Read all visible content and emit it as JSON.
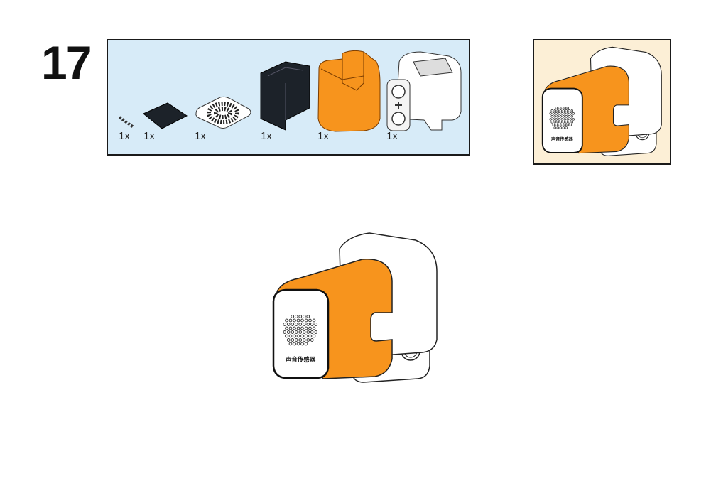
{
  "step": {
    "number": "17"
  },
  "parts_list": {
    "items": [
      {
        "name": "screw",
        "quantity": "1x"
      },
      {
        "name": "black-plate",
        "quantity": "1x"
      },
      {
        "name": "speaker-grille-plate",
        "quantity": "1x"
      },
      {
        "name": "black-bracket",
        "quantity": "1x"
      },
      {
        "name": "orange-cover",
        "quantity": "1x"
      },
      {
        "name": "white-housing-with-beam",
        "quantity": "1x"
      }
    ]
  },
  "model": {
    "label": "声音传感器"
  },
  "colors": {
    "orange": "#f7941d",
    "parts_bg": "#d7ebf8",
    "preview_bg": "#fcefd6",
    "black_part": "#1c2229"
  }
}
